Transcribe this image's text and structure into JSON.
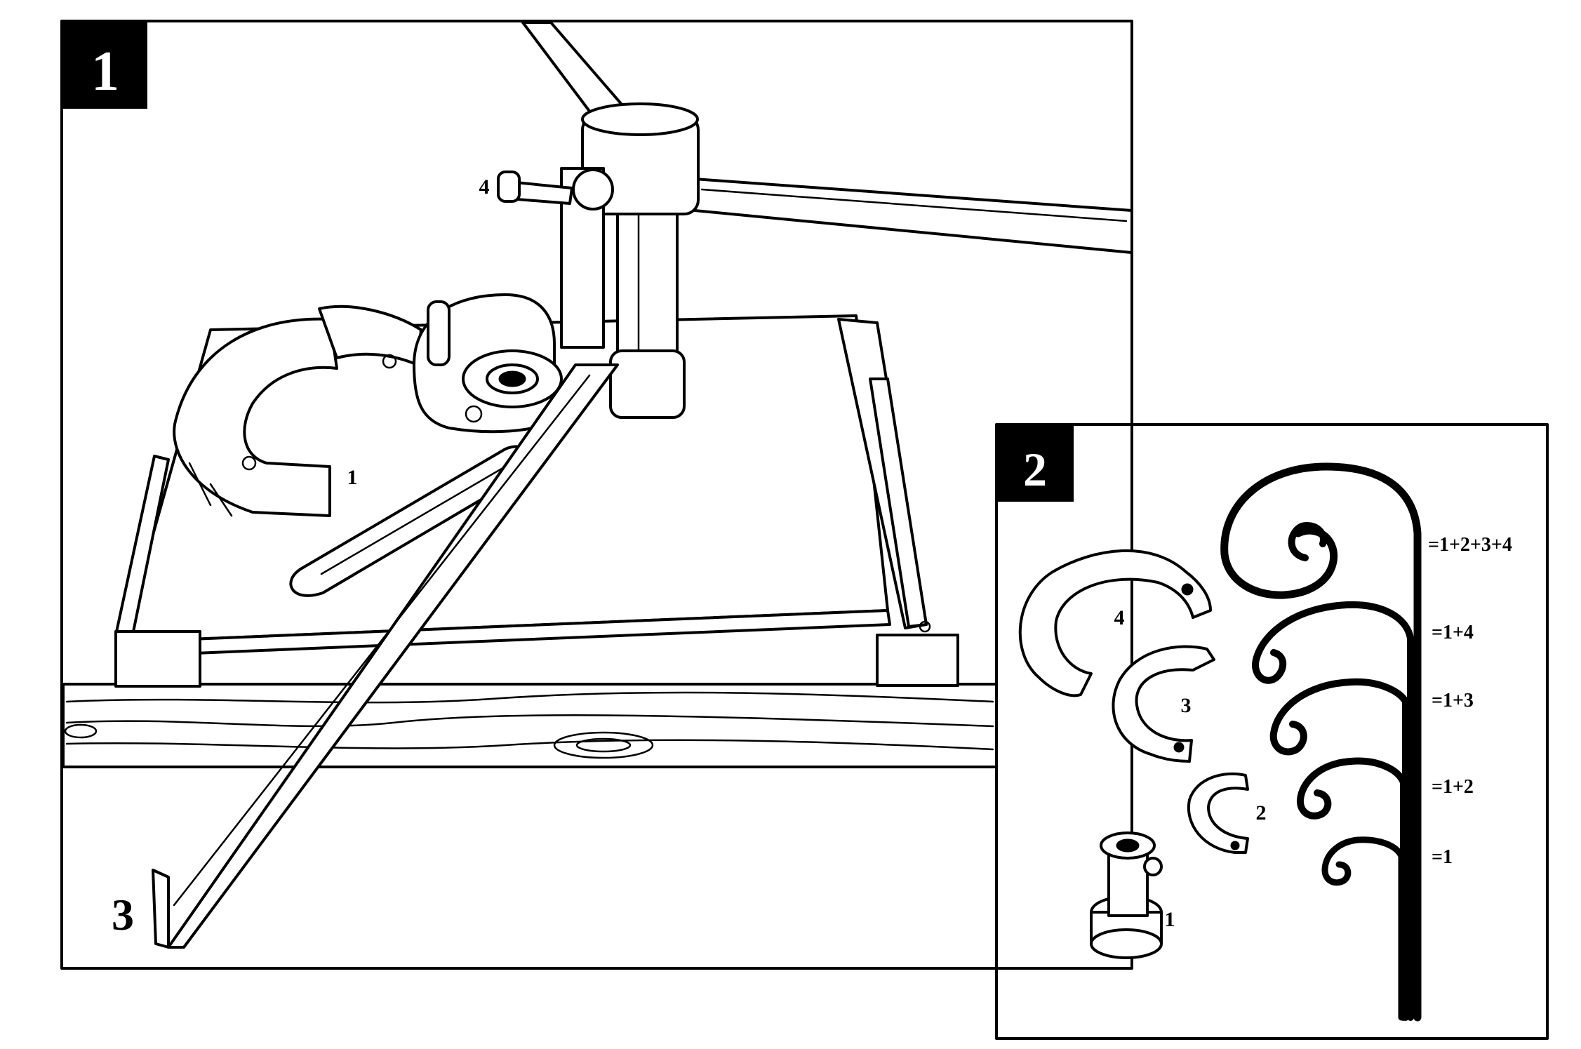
{
  "panel1": {
    "badge": "1",
    "labels": {
      "die_1": "1",
      "pin_4": "4",
      "bar_3": "3"
    }
  },
  "panel2": {
    "badge": "2",
    "labels": {
      "ring_4": "4",
      "ring_3": "3",
      "ring_2": "2",
      "hub_1": "1"
    },
    "scroll_labels": [
      "=1+2+3+4",
      "=1+4",
      "=1+3",
      "=1+2",
      "=1"
    ]
  },
  "colors": {
    "ink": "#000000",
    "paper": "#ffffff"
  }
}
